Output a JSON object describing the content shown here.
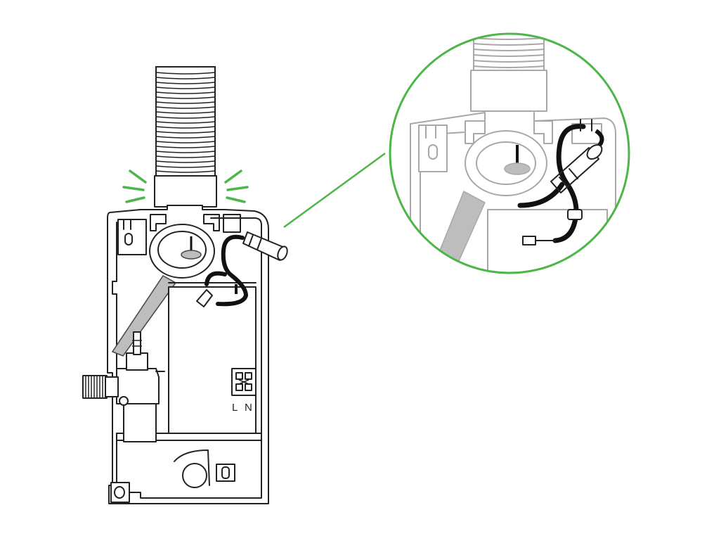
{
  "terminal_labels": {
    "live": "L",
    "neutral": "N"
  },
  "colors": {
    "highlight": "#4cb648",
    "outline": "#222222",
    "cable": "#111111",
    "hose_duct": "#bdbdbd",
    "faded_detail": "#a8a8a8"
  },
  "icons": [
    "magnifier-circle-callout",
    "attention-ray-marks",
    "corrugated-hose",
    "water-inlet-valve",
    "terminal-block",
    "cable-connector"
  ]
}
